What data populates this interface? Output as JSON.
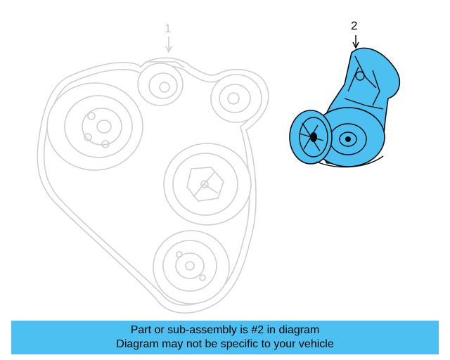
{
  "diagram": {
    "callouts": [
      {
        "label": "1",
        "highlighted": false
      },
      {
        "label": "2",
        "highlighted": true
      }
    ],
    "parts": [
      {
        "callout": "1",
        "name": "serpentine-belt",
        "color": "#c8c8c8"
      },
      {
        "callout": "2",
        "name": "belt-tensioner",
        "color": "#4cc0f0"
      }
    ]
  },
  "banner": {
    "line1": "Part or sub-assembly is #2 in diagram",
    "line2": "Diagram may not be specific to your vehicle",
    "background": "#4cc0f0"
  }
}
